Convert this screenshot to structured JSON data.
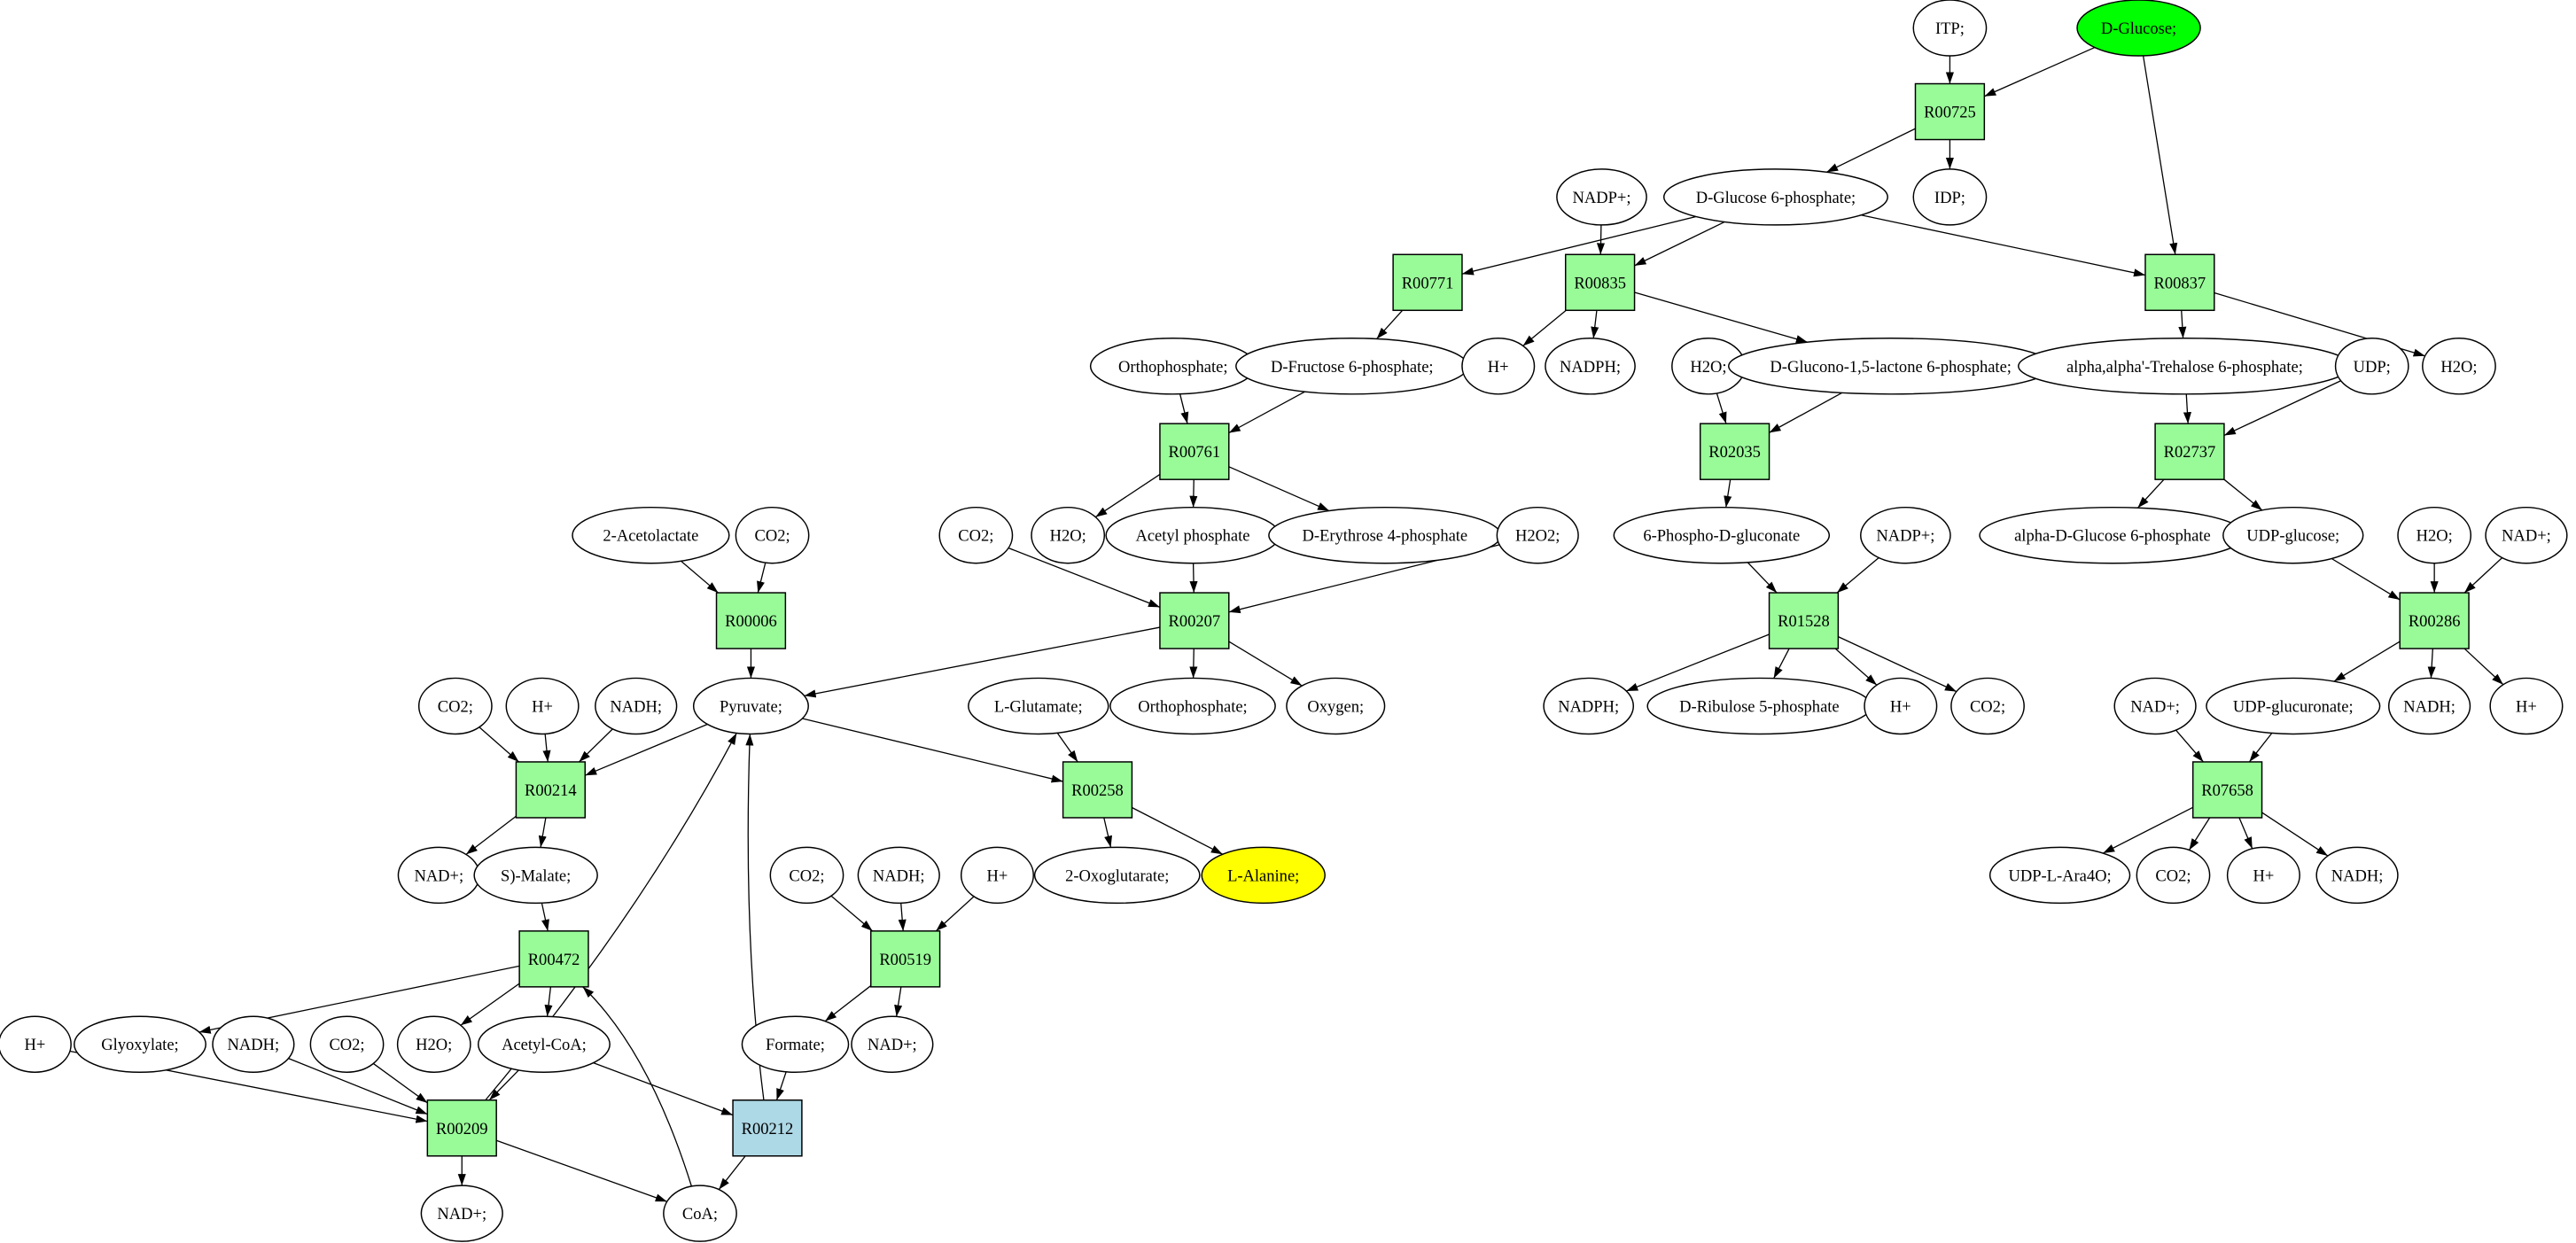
{
  "colors": {
    "reaction": "#98fb98",
    "reaction_highlight": "#add8e6",
    "source": "#00ff00",
    "target": "#ffff00",
    "metabolite": "#ffffff",
    "stroke": "#000000"
  },
  "nodes": [
    {
      "id": "R00725",
      "label": "R00725",
      "kind": "reaction"
    },
    {
      "id": "R00771",
      "label": "R00771",
      "kind": "reaction"
    },
    {
      "id": "R00835",
      "label": "R00835",
      "kind": "reaction"
    },
    {
      "id": "R00837",
      "label": "R00837",
      "kind": "reaction"
    },
    {
      "id": "R00761",
      "label": "R00761",
      "kind": "reaction"
    },
    {
      "id": "R02035",
      "label": "R02035",
      "kind": "reaction"
    },
    {
      "id": "R02737",
      "label": "R02737",
      "kind": "reaction"
    },
    {
      "id": "R00006",
      "label": "R00006",
      "kind": "reaction"
    },
    {
      "id": "R00207",
      "label": "R00207",
      "kind": "reaction"
    },
    {
      "id": "R01528",
      "label": "R01528",
      "kind": "reaction"
    },
    {
      "id": "R00286",
      "label": "R00286",
      "kind": "reaction"
    },
    {
      "id": "R00214",
      "label": "R00214",
      "kind": "reaction"
    },
    {
      "id": "R00258",
      "label": "R00258",
      "kind": "reaction"
    },
    {
      "id": "R07658",
      "label": "R07658",
      "kind": "reaction"
    },
    {
      "id": "R00472",
      "label": "R00472",
      "kind": "reaction"
    },
    {
      "id": "R00519",
      "label": "R00519",
      "kind": "reaction"
    },
    {
      "id": "R00209",
      "label": "R00209",
      "kind": "reaction"
    },
    {
      "id": "R00212",
      "label": "R00212",
      "kind": "reaction_highlight"
    },
    {
      "id": "itp",
      "label": "ITP;",
      "kind": "metabolite"
    },
    {
      "id": "glc",
      "label": "D-Glucose;",
      "kind": "source"
    },
    {
      "id": "g6p",
      "label": "D-Glucose 6-phosphate;",
      "kind": "metabolite"
    },
    {
      "id": "nadp1",
      "label": "NADP+;",
      "kind": "metabolite"
    },
    {
      "id": "idp",
      "label": "IDP;",
      "kind": "metabolite"
    },
    {
      "id": "pi1",
      "label": "Orthophosphate;",
      "kind": "metabolite"
    },
    {
      "id": "f6p",
      "label": "D-Fructose 6-phosphate;",
      "kind": "metabolite"
    },
    {
      "id": "h1",
      "label": "H+",
      "kind": "metabolite"
    },
    {
      "id": "nadph1",
      "label": "NADPH;",
      "kind": "metabolite"
    },
    {
      "id": "h2o1",
      "label": "H2O;",
      "kind": "metabolite"
    },
    {
      "id": "glucono",
      "label": "D-Glucono-1,5-lactone 6-phosphate;",
      "kind": "metabolite"
    },
    {
      "id": "treh",
      "label": "alpha,alpha'-Trehalose 6-phosphate;",
      "kind": "metabolite"
    },
    {
      "id": "udp",
      "label": "UDP;",
      "kind": "metabolite"
    },
    {
      "id": "h2o2x",
      "label": "H2O;",
      "kind": "metabolite"
    },
    {
      "id": "acl",
      "label": "2-Acetolactate",
      "kind": "metabolite"
    },
    {
      "id": "co2a",
      "label": "CO2;",
      "kind": "metabolite"
    },
    {
      "id": "co2b",
      "label": "CO2;",
      "kind": "metabolite"
    },
    {
      "id": "h2o3",
      "label": "H2O;",
      "kind": "metabolite"
    },
    {
      "id": "acp",
      "label": "Acetyl phosphate",
      "kind": "metabolite"
    },
    {
      "id": "e4p",
      "label": "D-Erythrose 4-phosphate",
      "kind": "metabolite"
    },
    {
      "id": "h2o2",
      "label": "H2O2;",
      "kind": "metabolite"
    },
    {
      "id": "pg6",
      "label": "6-Phospho-D-gluconate",
      "kind": "metabolite"
    },
    {
      "id": "nadp2",
      "label": "NADP+;",
      "kind": "metabolite"
    },
    {
      "id": "ag6p",
      "label": "alpha-D-Glucose 6-phosphate",
      "kind": "metabolite"
    },
    {
      "id": "udpg",
      "label": "UDP-glucose;",
      "kind": "metabolite"
    },
    {
      "id": "h2o4",
      "label": "H2O;",
      "kind": "metabolite"
    },
    {
      "id": "nad1",
      "label": "NAD+;",
      "kind": "metabolite"
    },
    {
      "id": "co2c",
      "label": "CO2;",
      "kind": "metabolite"
    },
    {
      "id": "h2",
      "label": "H+",
      "kind": "metabolite"
    },
    {
      "id": "nadh1",
      "label": "NADH;",
      "kind": "metabolite"
    },
    {
      "id": "pyr",
      "label": "Pyruvate;",
      "kind": "metabolite"
    },
    {
      "id": "glu",
      "label": "L-Glutamate;",
      "kind": "metabolite"
    },
    {
      "id": "pi2",
      "label": "Orthophosphate;",
      "kind": "metabolite"
    },
    {
      "id": "o2",
      "label": "Oxygen;",
      "kind": "metabolite"
    },
    {
      "id": "nadph2",
      "label": "NADPH;",
      "kind": "metabolite"
    },
    {
      "id": "ru5p",
      "label": "D-Ribulose 5-phosphate",
      "kind": "metabolite"
    },
    {
      "id": "h3",
      "label": "H+",
      "kind": "metabolite"
    },
    {
      "id": "co2d",
      "label": "CO2;",
      "kind": "metabolite"
    },
    {
      "id": "nad2",
      "label": "NAD+;",
      "kind": "metabolite"
    },
    {
      "id": "udpga",
      "label": "UDP-glucuronate;",
      "kind": "metabolite"
    },
    {
      "id": "nadh2",
      "label": "NADH;",
      "kind": "metabolite"
    },
    {
      "id": "h4",
      "label": "H+",
      "kind": "metabolite"
    },
    {
      "id": "nad3",
      "label": "NAD+;",
      "kind": "metabolite"
    },
    {
      "id": "mal",
      "label": "S)-Malate;",
      "kind": "metabolite"
    },
    {
      "id": "oxg",
      "label": "2-Oxoglutarate;",
      "kind": "metabolite"
    },
    {
      "id": "ala",
      "label": "L-Alanine;",
      "kind": "target"
    },
    {
      "id": "ara",
      "label": "UDP-L-Ara4O;",
      "kind": "metabolite"
    },
    {
      "id": "co2e",
      "label": "CO2;",
      "kind": "metabolite"
    },
    {
      "id": "h5",
      "label": "H+",
      "kind": "metabolite"
    },
    {
      "id": "nadh3",
      "label": "NADH;",
      "kind": "metabolite"
    },
    {
      "id": "co2f",
      "label": "CO2;",
      "kind": "metabolite"
    },
    {
      "id": "nadh4",
      "label": "NADH;",
      "kind": "metabolite"
    },
    {
      "id": "h6",
      "label": "H+",
      "kind": "metabolite"
    },
    {
      "id": "h7",
      "label": "H+",
      "kind": "metabolite"
    },
    {
      "id": "glx",
      "label": "Glyoxylate;",
      "kind": "metabolite"
    },
    {
      "id": "nadh5",
      "label": "NADH;",
      "kind": "metabolite"
    },
    {
      "id": "co2g",
      "label": "CO2;",
      "kind": "metabolite"
    },
    {
      "id": "h2o5",
      "label": "H2O;",
      "kind": "metabolite"
    },
    {
      "id": "accoa",
      "label": "Acetyl-CoA;",
      "kind": "metabolite"
    },
    {
      "id": "for",
      "label": "Formate;",
      "kind": "metabolite"
    },
    {
      "id": "nad4",
      "label": "NAD+;",
      "kind": "metabolite"
    },
    {
      "id": "nad5",
      "label": "NAD+;",
      "kind": "metabolite"
    },
    {
      "id": "coa",
      "label": "CoA;",
      "kind": "metabolite"
    }
  ],
  "edges": [
    [
      "itp",
      "R00725"
    ],
    [
      "glc",
      "R00725"
    ],
    [
      "glc",
      "R00837"
    ],
    [
      "R00725",
      "g6p"
    ],
    [
      "R00725",
      "idp"
    ],
    [
      "nadp1",
      "R00835"
    ],
    [
      "g6p",
      "R00771"
    ],
    [
      "g6p",
      "R00835"
    ],
    [
      "g6p",
      "R00837"
    ],
    [
      "R00771",
      "f6p"
    ],
    [
      "R00835",
      "h1"
    ],
    [
      "R00835",
      "nadph1"
    ],
    [
      "R00835",
      "glucono"
    ],
    [
      "R00837",
      "treh"
    ],
    [
      "R00837",
      "h2o2x"
    ],
    [
      "pi1",
      "R00761"
    ],
    [
      "f6p",
      "R00761"
    ],
    [
      "h2o1",
      "R02035"
    ],
    [
      "glucono",
      "R02035"
    ],
    [
      "treh",
      "R02737"
    ],
    [
      "udp",
      "R02737"
    ],
    [
      "R00761",
      "h2o3"
    ],
    [
      "R00761",
      "acp"
    ],
    [
      "R00761",
      "e4p"
    ],
    [
      "R02035",
      "pg6"
    ],
    [
      "R02737",
      "ag6p"
    ],
    [
      "R02737",
      "udpg"
    ],
    [
      "acl",
      "R00006"
    ],
    [
      "co2a",
      "R00006"
    ],
    [
      "co2b",
      "R00207"
    ],
    [
      "acp",
      "R00207"
    ],
    [
      "h2o2",
      "R00207"
    ],
    [
      "pg6",
      "R01528"
    ],
    [
      "nadp2",
      "R01528"
    ],
    [
      "udpg",
      "R00286"
    ],
    [
      "h2o4",
      "R00286"
    ],
    [
      "nad1",
      "R00286"
    ],
    [
      "R00006",
      "pyr"
    ],
    [
      "R00207",
      "pyr"
    ],
    [
      "R00207",
      "pi2"
    ],
    [
      "R00207",
      "o2"
    ],
    [
      "R01528",
      "nadph2"
    ],
    [
      "R01528",
      "ru5p"
    ],
    [
      "R01528",
      "h3"
    ],
    [
      "R01528",
      "co2d"
    ],
    [
      "R00286",
      "udpga"
    ],
    [
      "R00286",
      "nadh2"
    ],
    [
      "R00286",
      "h4"
    ],
    [
      "co2c",
      "R00214"
    ],
    [
      "h2",
      "R00214"
    ],
    [
      "nadh1",
      "R00214"
    ],
    [
      "pyr",
      "R00214"
    ],
    [
      "pyr",
      "R00258"
    ],
    [
      "glu",
      "R00258"
    ],
    [
      "nad2",
      "R07658"
    ],
    [
      "udpga",
      "R07658"
    ],
    [
      "R00214",
      "nad3"
    ],
    [
      "R00214",
      "mal"
    ],
    [
      "R00258",
      "oxg"
    ],
    [
      "R00258",
      "ala"
    ],
    [
      "R07658",
      "ara"
    ],
    [
      "R07658",
      "co2e"
    ],
    [
      "R07658",
      "h5"
    ],
    [
      "R07658",
      "nadh3"
    ],
    [
      "mal",
      "R00472"
    ],
    [
      "co2f",
      "R00519"
    ],
    [
      "nadh4",
      "R00519"
    ],
    [
      "h6",
      "R00519"
    ],
    [
      "R00472",
      "glx"
    ],
    [
      "R00472",
      "h2o5"
    ],
    [
      "R00472",
      "accoa"
    ],
    [
      "R00519",
      "for"
    ],
    [
      "R00519",
      "nad4"
    ],
    [
      "h7",
      "R00209"
    ],
    [
      "nadh5",
      "R00209"
    ],
    [
      "co2g",
      "R00209"
    ],
    [
      "accoa",
      "R00209"
    ],
    [
      "accoa",
      "R00212"
    ],
    [
      "for",
      "R00212"
    ],
    [
      "R00209",
      "pyr"
    ],
    [
      "R00209",
      "nad5"
    ],
    [
      "R00209",
      "coa"
    ],
    [
      "R00212",
      "pyr"
    ],
    [
      "R00212",
      "coa"
    ],
    [
      "coa",
      "R00472"
    ]
  ]
}
